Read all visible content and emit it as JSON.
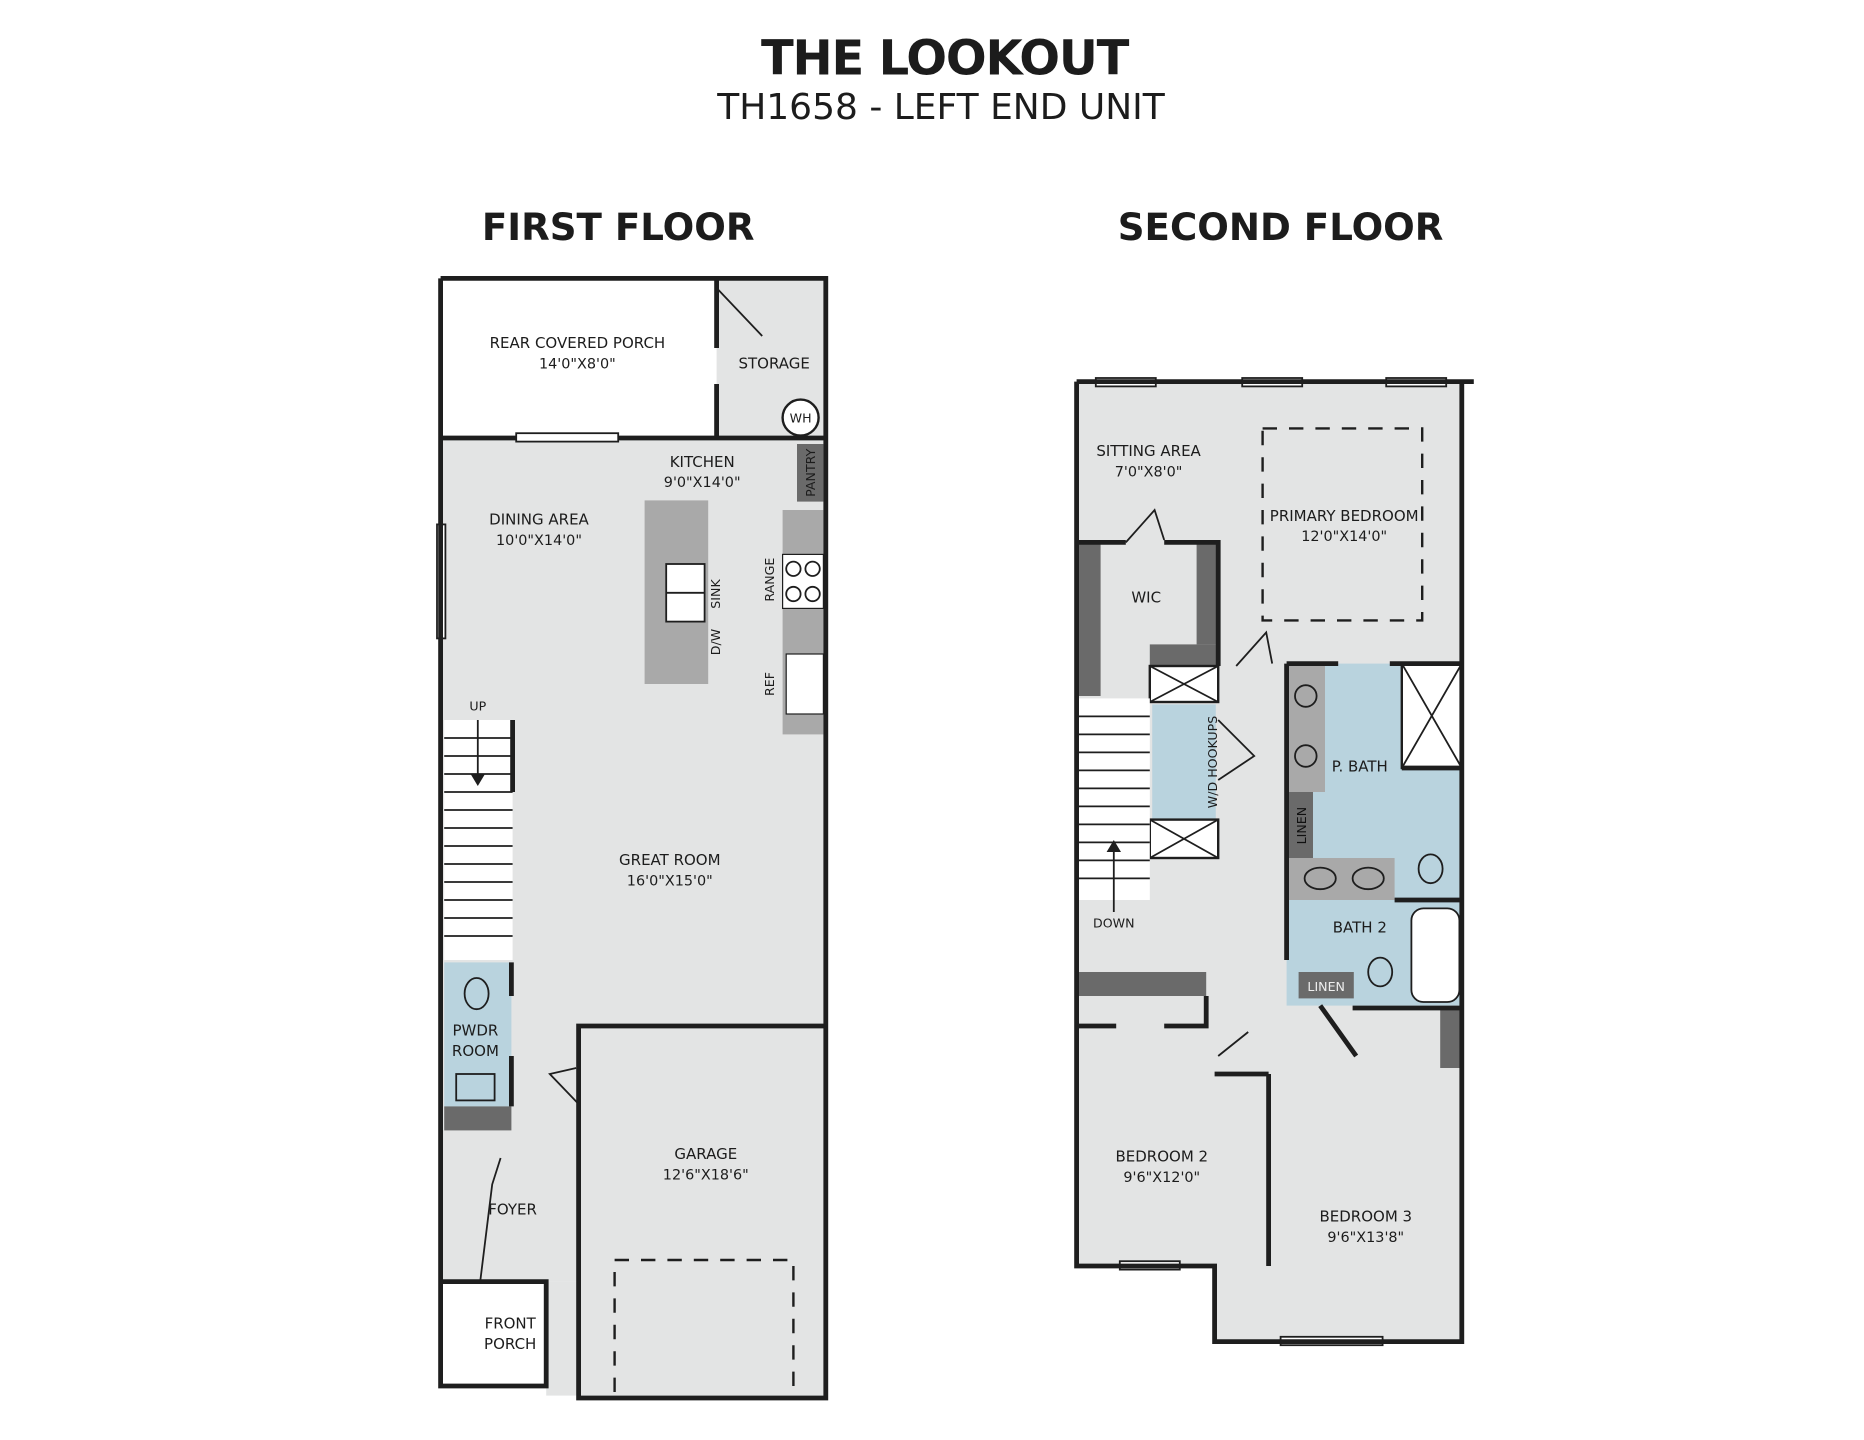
{
  "header": {
    "title": "THE LOOKOUT",
    "subtitle": "TH1658 - LEFT END UNIT"
  },
  "colors": {
    "floor_fill": "#e3e4e4",
    "wet_room_fill": "#b9d3de",
    "wall": "#1e1e1e",
    "cabinet": "#6a6a6a"
  },
  "first_floor": {
    "heading": "FIRST FLOOR",
    "rooms": {
      "rear_porch": {
        "name": "REAR COVERED PORCH",
        "dim": "14'0\"X8'0\""
      },
      "storage": {
        "name": "STORAGE"
      },
      "water_heater": {
        "name": "WH"
      },
      "kitchen": {
        "name": "KITCHEN",
        "dim": "9'0\"X14'0\""
      },
      "pantry": {
        "name": "PANTRY"
      },
      "dining": {
        "name": "DINING AREA",
        "dim": "10'0\"X14'0\""
      },
      "great_room": {
        "name": "GREAT ROOM",
        "dim": "16'0\"X15'0\""
      },
      "powder": {
        "name1": "PWDR",
        "name2": "ROOM"
      },
      "foyer": {
        "name": "FOYER"
      },
      "front_porch": {
        "name1": "FRONT",
        "name2": "PORCH"
      },
      "garage": {
        "name": "GARAGE",
        "dim": "12'6\"X18'6\""
      }
    },
    "fixtures": {
      "sink": "SINK",
      "dw": "D/W",
      "range": "RANGE",
      "ref": "REF",
      "up": "UP"
    }
  },
  "second_floor": {
    "heading": "SECOND FLOOR",
    "rooms": {
      "sitting": {
        "name": "SITTING AREA",
        "dim": "7'0\"X8'0\""
      },
      "primary": {
        "name": "PRIMARY BEDROOM",
        "dim": "12'0\"X14'0\""
      },
      "wic": {
        "name": "WIC"
      },
      "pbath": {
        "name": "P. BATH"
      },
      "linen1": {
        "name": "LINEN"
      },
      "bath2": {
        "name": "BATH 2"
      },
      "linen2": {
        "name": "LINEN"
      },
      "bedroom2": {
        "name": "BEDROOM 2",
        "dim": "9'6\"X12'0\""
      },
      "bedroom3": {
        "name": "BEDROOM 3",
        "dim": "9'6\"X13'8\""
      }
    },
    "fixtures": {
      "wd": "W/D HOOKUPS",
      "down": "DOWN"
    }
  }
}
